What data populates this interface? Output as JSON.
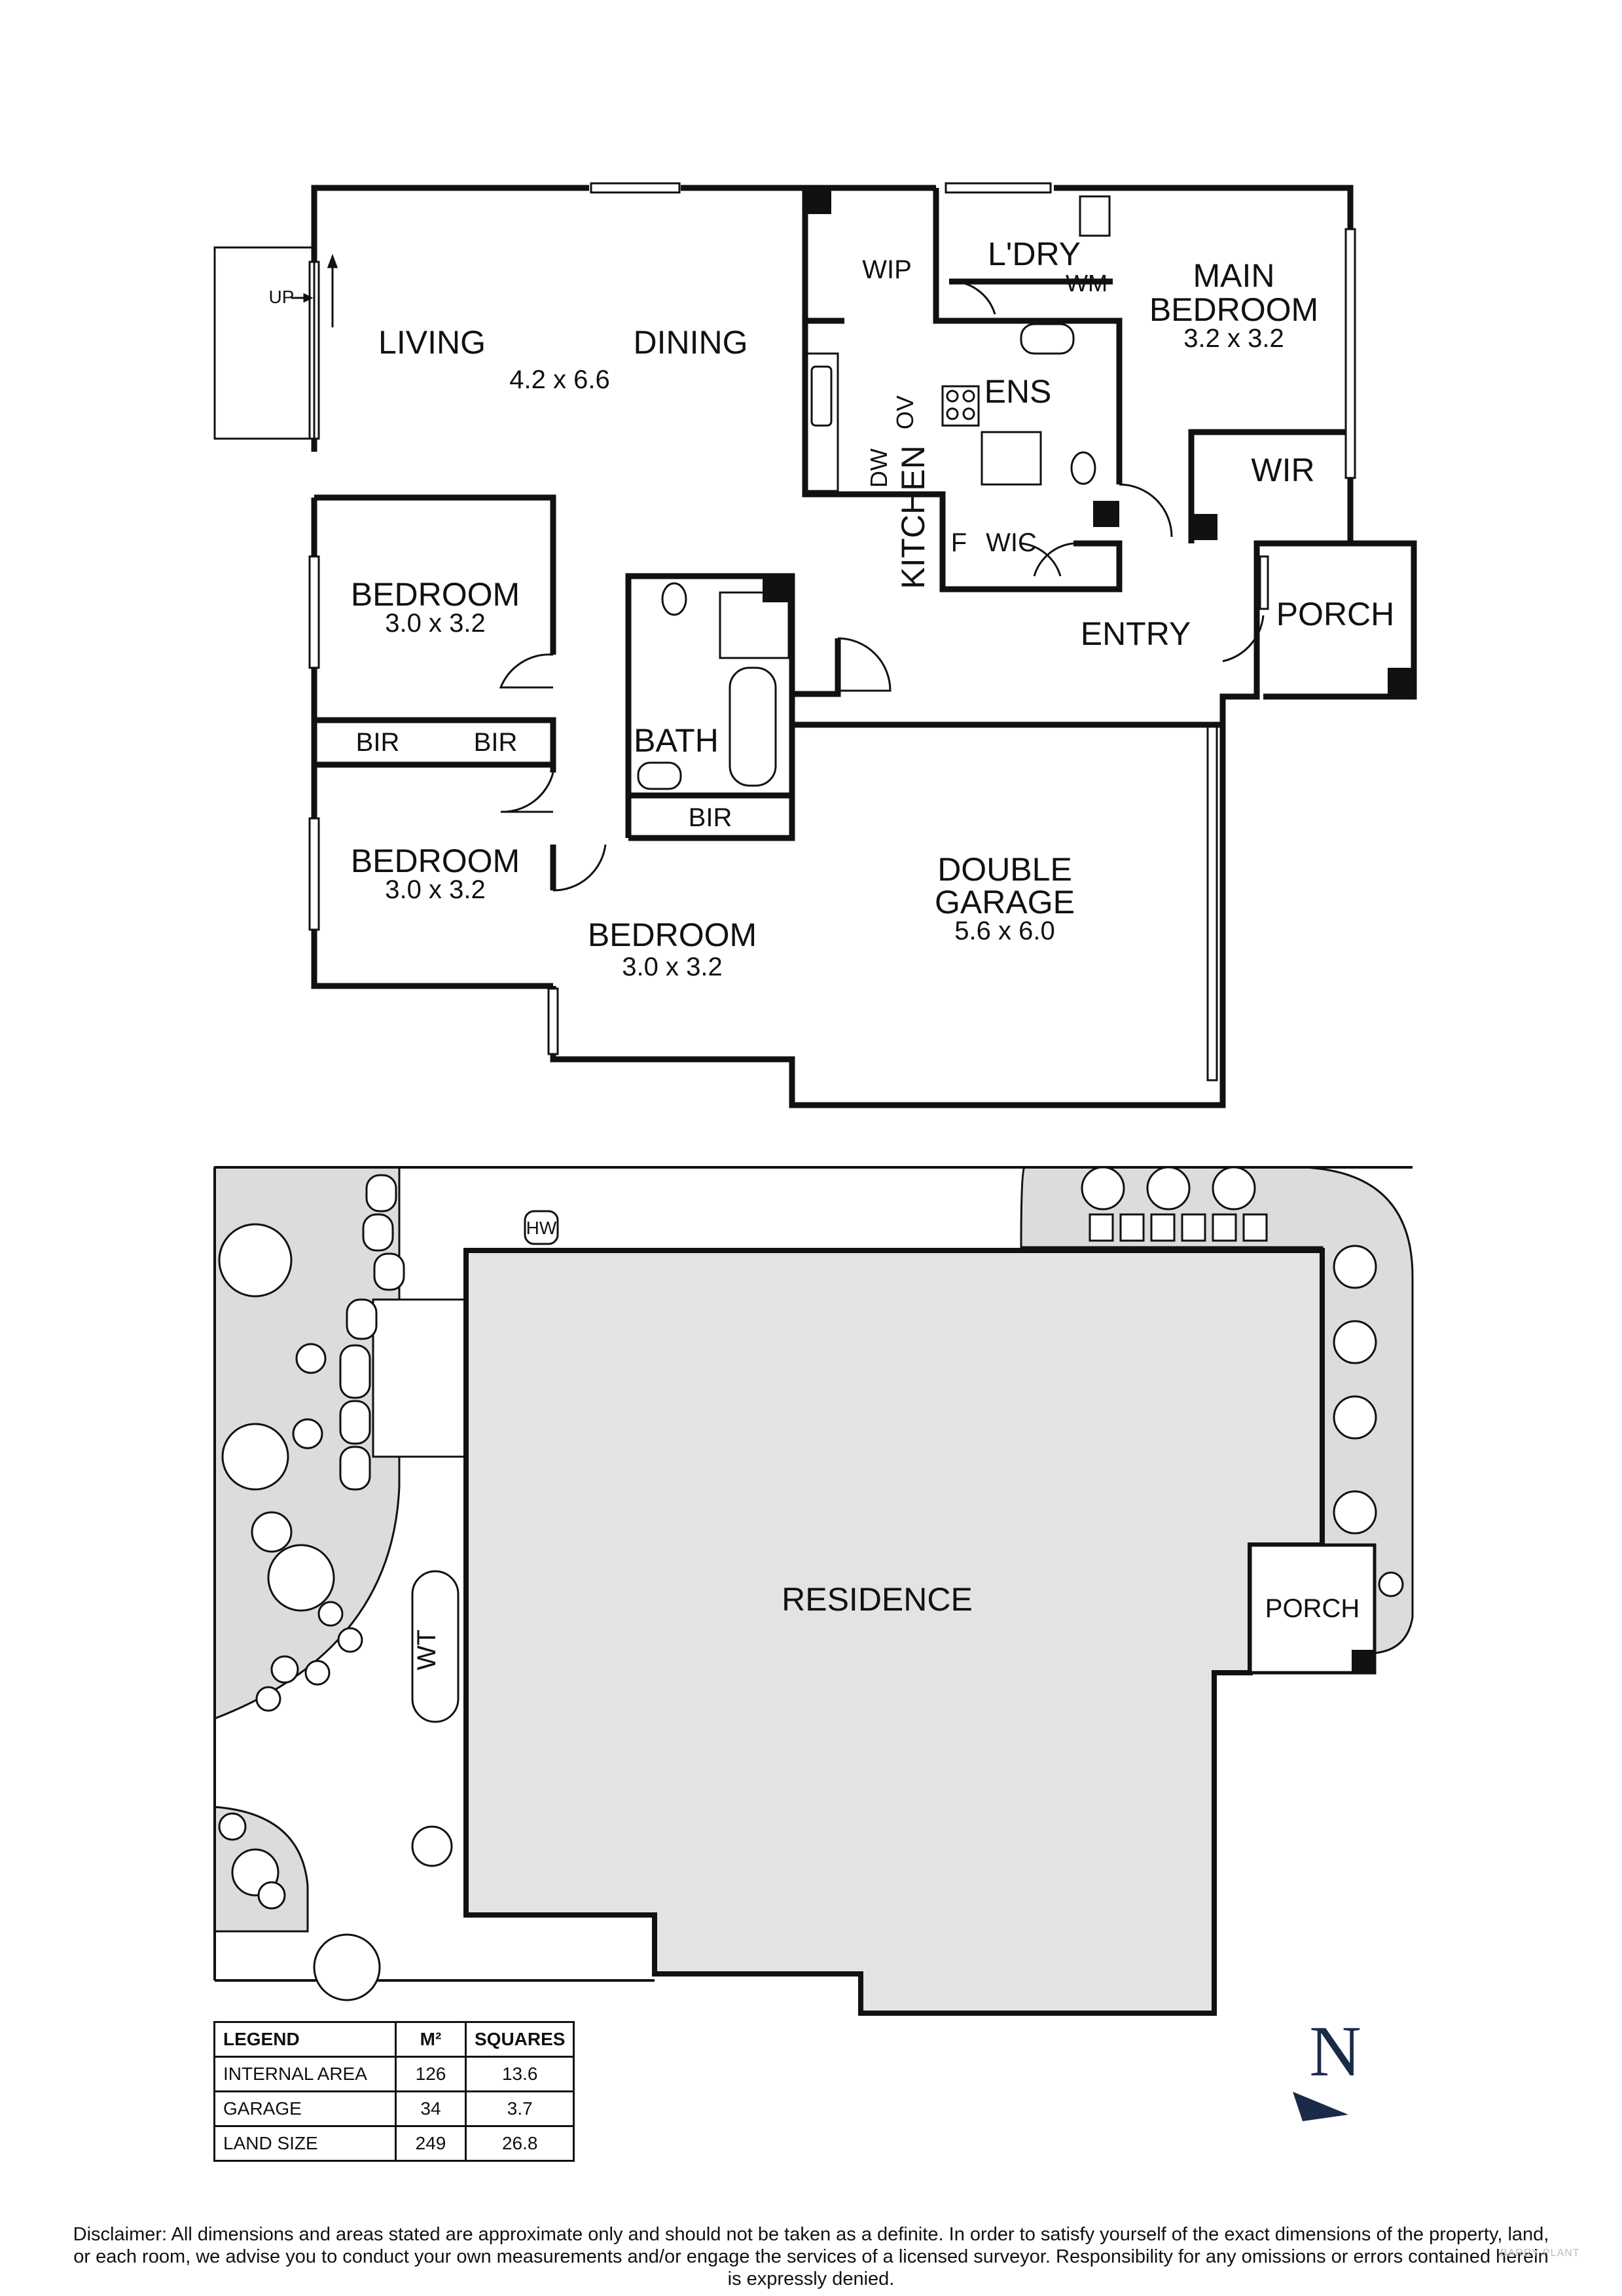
{
  "floor_plan": {
    "rooms": {
      "up": "UP",
      "living": "LIVING",
      "living_dims": "4.2 x 6.6",
      "dining": "DINING",
      "wip": "WIP",
      "ldry": "L'DRY",
      "wm": "WM",
      "main_bedroom_1": "MAIN",
      "main_bedroom_2": "BEDROOM",
      "main_bedroom_dims": "3.2 x 3.2",
      "ens": "ENS",
      "ov": "OV",
      "dw": "DW",
      "kitchen": "KITCHEN",
      "wir": "WIR",
      "f": "F",
      "wic": "WIC",
      "entry": "ENTRY",
      "porch": "PORCH",
      "bedroom_a": "BEDROOM",
      "bedroom_a_dims": "3.0 x 3.2",
      "bir_1": "BIR",
      "bir_2": "BIR",
      "bedroom_b": "BEDROOM",
      "bedroom_b_dims": "3.0 x 3.2",
      "bath": "BATH",
      "bir_3": "BIR",
      "bedroom_c": "BEDROOM",
      "bedroom_c_dims": "3.0 x 3.2",
      "garage_1": "DOUBLE",
      "garage_2": "GARAGE",
      "garage_dims": "5.6 x 6.0"
    }
  },
  "site_plan": {
    "residence": "RESIDENCE",
    "porch": "PORCH",
    "hw": "HW",
    "wt": "WT"
  },
  "legend": {
    "headers": [
      "LEGEND",
      "M²",
      "SQUARES"
    ],
    "rows": [
      {
        "label": "INTERNAL AREA",
        "m2": "126",
        "squares": "13.6"
      },
      {
        "label": "GARAGE",
        "m2": "34",
        "squares": "3.7"
      },
      {
        "label": "LAND SIZE",
        "m2": "249",
        "squares": "26.8"
      }
    ]
  },
  "compass": "N",
  "disclaimer": "Disclaimer: All dimensions and areas stated are approximate only and should not be taken as a definite. In order to satisfy yourself of the exact dimensions of the property, land, or each room, we advise you to conduct your own measurements and/or engage the services of a licensed surveyor. Responsibility for any omissions or errors contained herein is expressly denied.",
  "brand": "BARRY PLANT",
  "colors": {
    "wall": "#111111",
    "landscape": "#dcdcdc",
    "residence": "#e3e3e3",
    "compass": "#1c2a4a"
  }
}
